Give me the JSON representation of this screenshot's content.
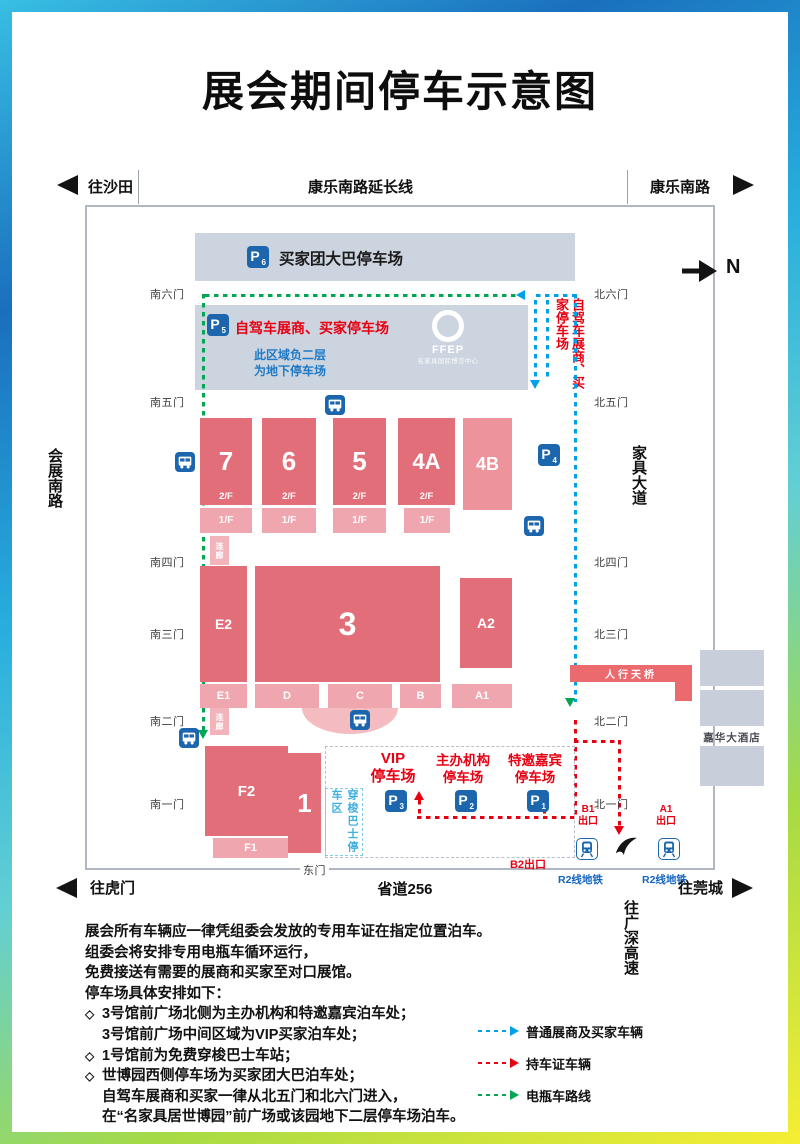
{
  "title": "展会期间停车示意图",
  "compass": "N",
  "roads": {
    "to_shatian": "往沙田",
    "kangle_ext": "康乐南路延长线",
    "kangle": "康乐南路",
    "huizhan_south": "会展南路",
    "jiaju_avenue": "家具大道",
    "to_humen": "往虎门",
    "provincial_256": "省道256",
    "to_guancheng": "往莞城",
    "to_gs_expressway": "往广深高速",
    "east_gate": "东门"
  },
  "gates": {
    "s6": "南六门",
    "s5": "南五门",
    "s4": "南四门",
    "s3": "南三门",
    "s2": "南二门",
    "s1": "南一门",
    "n6": "北六门",
    "n5": "北五门",
    "n4": "北四门",
    "n3": "北三门",
    "n2": "北二门",
    "n1": "北一门"
  },
  "lots": {
    "p": "P",
    "bus": {
      "num": "6",
      "label": "买家团大巴停车场"
    },
    "self": {
      "num": "5",
      "title": "自驾车展商、买家停车场",
      "note1": "此区域负二层",
      "note2": "为地下停车场",
      "logo": "FFEP",
      "logo_sub": "名家具国际博览中心"
    },
    "side_label": "自驾车展商、买家停车场",
    "vip": {
      "num": "3",
      "line1": "VIP",
      "line2": "停车场"
    },
    "organizer": {
      "num": "2",
      "line1": "主办机构",
      "line2": "停车场"
    },
    "guest": {
      "num": "1",
      "line1": "特邀嘉宾",
      "line2": "停车场"
    },
    "p4_num": "4",
    "shuttle_zone": "穿梭巴士停车区"
  },
  "halls": {
    "h7": "7",
    "h6": "6",
    "h5": "5",
    "h4a": "4A",
    "h4b": "4B",
    "f2": "2/F",
    "f1": "1/F",
    "corridor": "连廊",
    "e2": "E2",
    "h3": "3",
    "a2": "A2",
    "e1": "E1",
    "d": "D",
    "c": "C",
    "b": "B",
    "a1": "A1",
    "hf2": "F2",
    "h1": "1",
    "hf1": "F1"
  },
  "features": {
    "bridge": "人行天桥",
    "hotel": "嘉华大酒店"
  },
  "exits": {
    "b1": "B1",
    "b1_sub": "出口",
    "a1": "A1",
    "a1_sub": "出口",
    "b2": "B2出口",
    "metro_left": "R2线地铁",
    "metro_right": "R2线地铁"
  },
  "notes": [
    {
      "bullet": "",
      "text": "展会所有车辆应一律凭组委会发放的专用车证在指定位置泊车。"
    },
    {
      "bullet": "",
      "text": "组委会将安排专用电瓶车循环运行，"
    },
    {
      "bullet": "",
      "text": "免费接送有需要的展商和买家至对口展馆。"
    },
    {
      "bullet": "",
      "text": "停车场具体安排如下："
    },
    {
      "bullet": "◇",
      "text": "3号馆前广场北侧为主办机构和特邀嘉宾泊车处；"
    },
    {
      "bullet": "",
      "text": "3号馆前广场中间区域为VIP买家泊车处；"
    },
    {
      "bullet": "◇",
      "text": "1号馆前为免费穿梭巴士车站；"
    },
    {
      "bullet": "◇",
      "text": "世博园西侧停车场为买家团大巴泊车处；"
    },
    {
      "bullet": "",
      "text": "自驾车展商和买家一律从北五门和北六门进入，"
    },
    {
      "bullet": "",
      "text": "在“名家具居世博园”前广场或该园地下二层停车场泊车。"
    }
  ],
  "legend": [
    {
      "label": "普通展商及买家车辆",
      "color": "#00a0e9"
    },
    {
      "label": "持车证车辆",
      "color": "#e60012"
    },
    {
      "label": "电瓶车路线",
      "color": "#00a651"
    }
  ],
  "colors": {
    "hall": "#e26e79",
    "hall_light": "#efa6ae",
    "lot_gray": "#ccd4e0",
    "accent_red": "#e60012",
    "accent_blue": "#1c66ad",
    "route_blue": "#00a0e9",
    "route_red": "#e60012",
    "route_green": "#00a651"
  }
}
